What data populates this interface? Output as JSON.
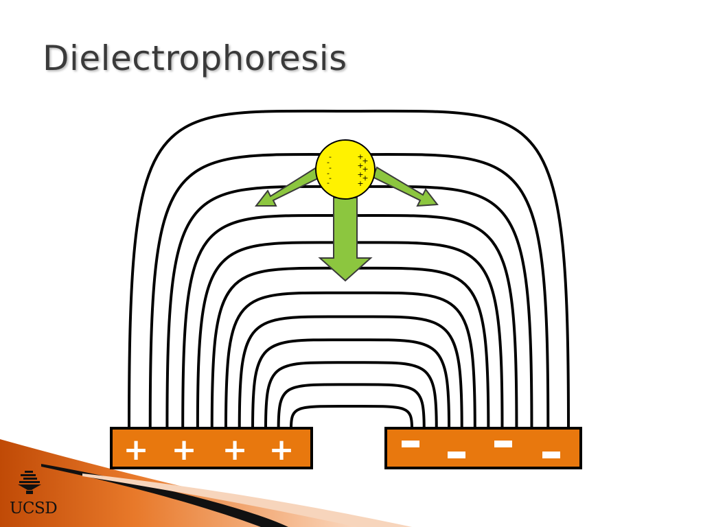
{
  "slide": {
    "title": "Dielectrophoresis"
  },
  "diagram": {
    "field_line_count": 12,
    "particle": {
      "left_charges": [
        "-",
        "-",
        "-",
        "-",
        "-",
        "-"
      ],
      "right_charges": [
        "+",
        "+",
        "+",
        "+",
        "+",
        "+",
        "+"
      ]
    },
    "electrode_left": {
      "signs": [
        "+",
        "+",
        "+",
        "+"
      ]
    },
    "electrode_right": {
      "signs": [
        "-",
        "-",
        "-",
        "-"
      ]
    },
    "colors": {
      "electrode": "#E8780E",
      "particle": "#FFF200",
      "arrow": "#8CC63F",
      "field_line": "#000000"
    }
  },
  "branding": {
    "logo_text": "UCSD"
  }
}
